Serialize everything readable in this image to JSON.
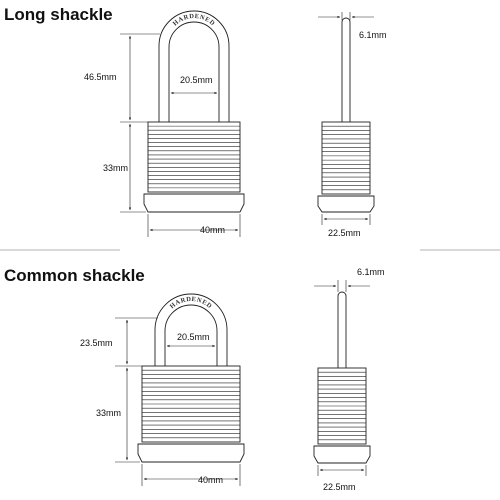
{
  "sections": [
    {
      "heading": "Long shackle",
      "brand_stamp": "HARDENED",
      "shackle_height": "46.5mm",
      "shackle_inner_width": "20.5mm",
      "body_height": "33mm",
      "body_width": "40mm",
      "shackle_thickness": "6.1mm",
      "body_depth": "22.5mm"
    },
    {
      "heading": "Common shackle",
      "brand_stamp": "HARDENED",
      "shackle_height": "23.5mm",
      "shackle_inner_width": "20.5mm",
      "body_height": "33mm",
      "body_width": "40mm",
      "shackle_thickness": "6.1mm",
      "body_depth": "22.5mm"
    }
  ]
}
